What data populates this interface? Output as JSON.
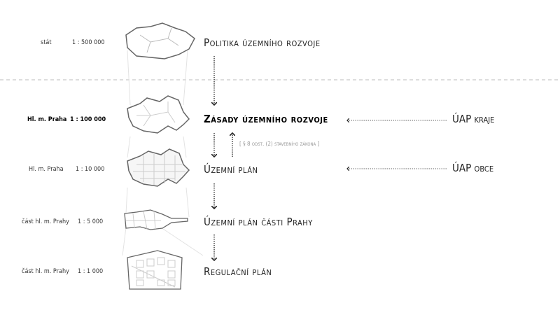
{
  "levels": [
    {
      "area": "stát",
      "scale": "1 : 500 000",
      "title": "Politika územního rozvoje"
    },
    {
      "area": "Hl. m. Praha",
      "scale": "1 : 100 000",
      "title": "Zásady územního rozvoje"
    },
    {
      "area": "Hl. m. Praha",
      "scale": "1 : 10 000",
      "title": "Územní plán"
    },
    {
      "area": "část hl. m. Prahy",
      "scale": "1 : 5 000",
      "title": "Územní plán části Prahy"
    },
    {
      "area": "část hl. m. Prahy",
      "scale": "1 : 1 000",
      "title": "Regulační plán"
    }
  ],
  "note": "[ § 8 odst. (2) stavebního zákona ]",
  "uap": {
    "kraj": "ÚAP kraje",
    "obce": "ÚAP obce"
  }
}
